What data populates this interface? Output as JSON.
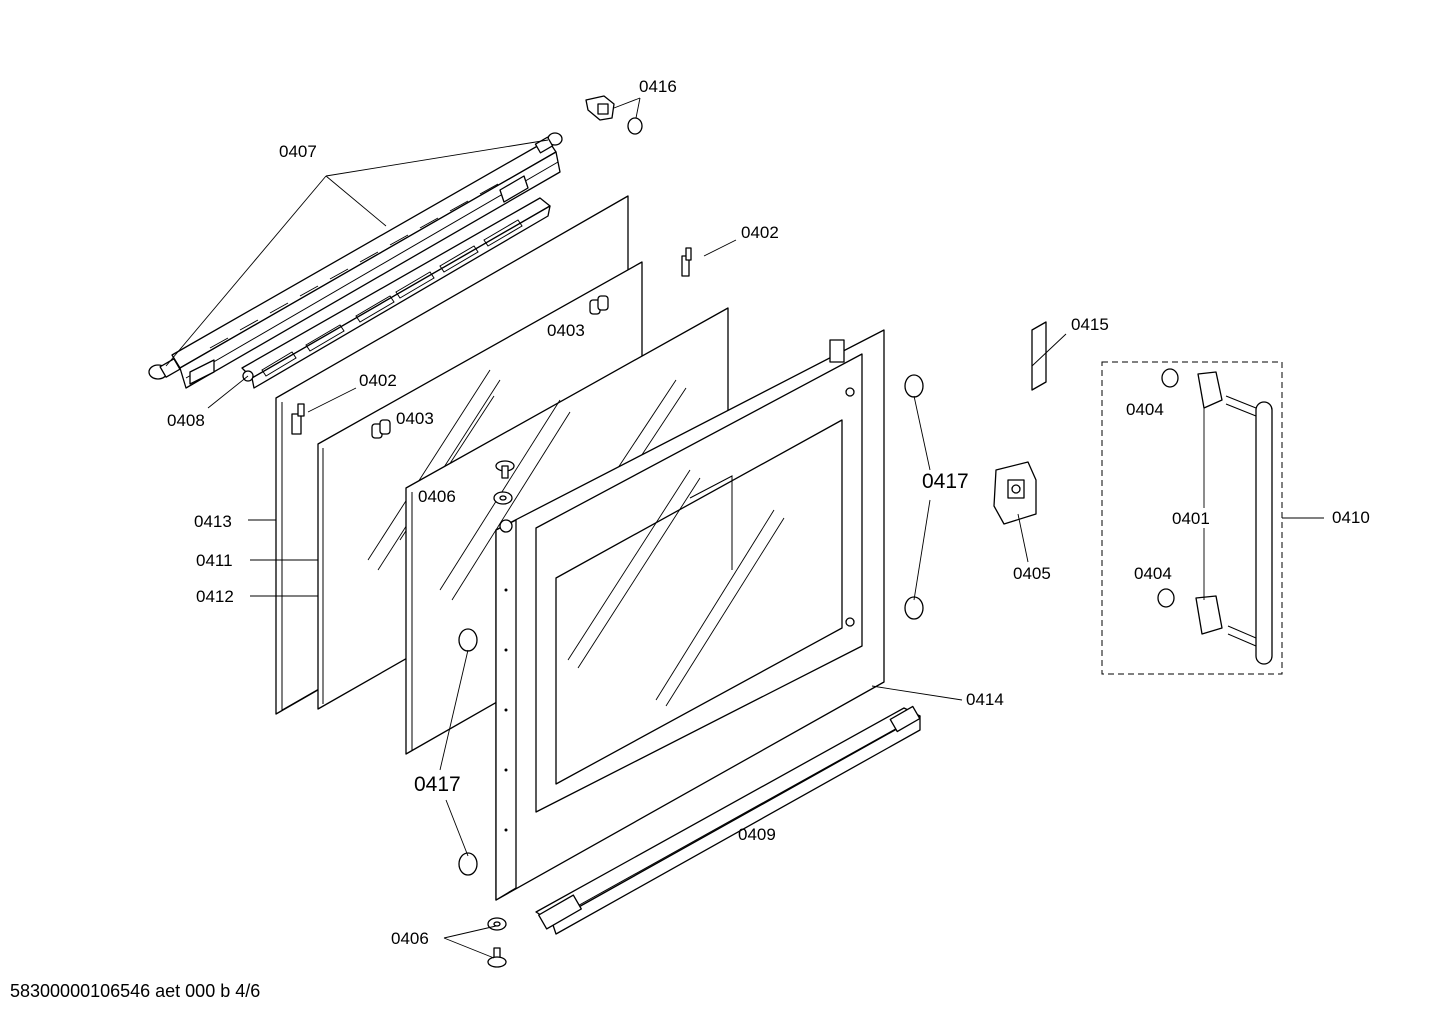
{
  "diagram": {
    "footer": "58300000106546 aet 000 b 4/6",
    "parts": [
      {
        "id": "0401",
        "label": "0401"
      },
      {
        "id": "0402",
        "label": "0402"
      },
      {
        "id": "0403",
        "label": "0403"
      },
      {
        "id": "0404",
        "label": "0404"
      },
      {
        "id": "0405",
        "label": "0405"
      },
      {
        "id": "0406",
        "label": "0406"
      },
      {
        "id": "0407",
        "label": "0407"
      },
      {
        "id": "0408",
        "label": "0408"
      },
      {
        "id": "0409",
        "label": "0409"
      },
      {
        "id": "0410",
        "label": "0410"
      },
      {
        "id": "0411",
        "label": "0411"
      },
      {
        "id": "0412",
        "label": "0412"
      },
      {
        "id": "0413",
        "label": "0413"
      },
      {
        "id": "0414",
        "label": "0414"
      },
      {
        "id": "0415",
        "label": "0415"
      },
      {
        "id": "0416",
        "label": "0416"
      },
      {
        "id": "0417",
        "label": "0417"
      }
    ]
  }
}
